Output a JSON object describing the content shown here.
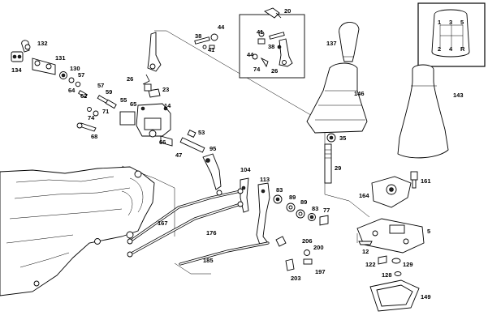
{
  "shift_pattern": {
    "gears": [
      "1",
      "3",
      "5",
      "2",
      "4",
      "R"
    ]
  },
  "callouts": {
    "l132": "132",
    "l131": "131",
    "l134": "134",
    "l130": "130",
    "l57a": "57",
    "l64": "64",
    "l62": "62",
    "l57b": "57",
    "l59": "59",
    "l55": "55",
    "l71": "71",
    "l74": "74",
    "l68": "68",
    "l65": "65",
    "l14": "14",
    "l26a": "26",
    "l23": "23",
    "l38a": "38",
    "l44a": "44",
    "l41a": "41",
    "l20": "20",
    "l41b": "41",
    "l38b": "38",
    "l44b": "44",
    "l74b": "74",
    "l26b": "26",
    "l137": "137",
    "l146": "146",
    "l143": "143",
    "l53": "53",
    "l66": "66",
    "l47": "47",
    "l95": "95",
    "l35": "35",
    "l29": "29",
    "l104": "104",
    "l113": "113",
    "l83a": "83",
    "l89a": "89",
    "l89b": "89",
    "l83b": "83",
    "l77": "77",
    "l161": "161",
    "l164": "164",
    "l167": "167",
    "l176": "176",
    "l5": "5",
    "l206": "206",
    "l200": "200",
    "l185": "185",
    "l12": "12",
    "l197": "197",
    "l203": "203",
    "l122": "122",
    "l129": "129",
    "l128": "128",
    "l149": "149"
  }
}
